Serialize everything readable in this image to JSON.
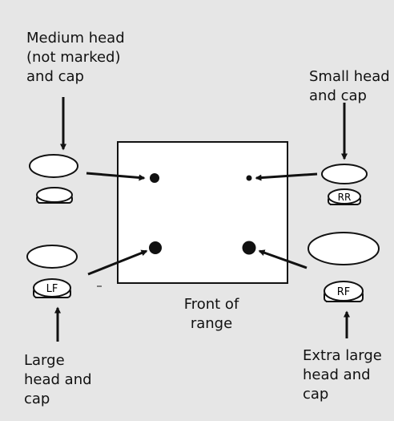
{
  "labels": {
    "medium": "Medium head\n(not marked)\nand cap",
    "small": "Small head\nand cap",
    "front": "Front of\nrange",
    "large": "Large\nhead and\ncap",
    "xlarge": "Extra large\nhead and\ncap"
  },
  "cap_marks": {
    "rr": "RR",
    "lf": "LF",
    "rf": "RF"
  },
  "colors": {
    "background": "#e6e6e6",
    "outline": "#111111",
    "fill": "#ffffff"
  }
}
